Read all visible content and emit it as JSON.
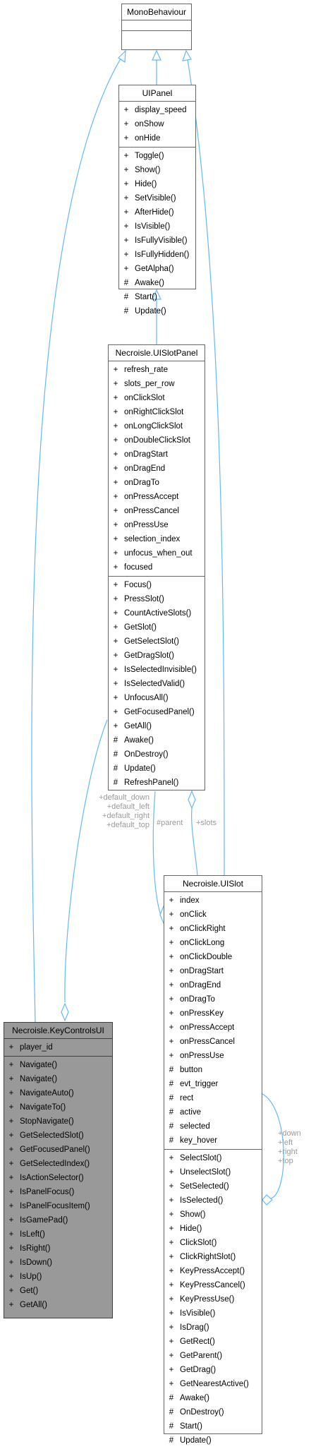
{
  "mono": {
    "title": "MonoBehaviour"
  },
  "uipanel": {
    "title": "UIPanel",
    "attributes": [
      {
        "vis": "+",
        "name": "display_speed"
      },
      {
        "vis": "+",
        "name": "onShow"
      },
      {
        "vis": "+",
        "name": "onHide"
      }
    ],
    "methods": [
      {
        "vis": "+",
        "name": "Toggle()"
      },
      {
        "vis": "+",
        "name": "Show()"
      },
      {
        "vis": "+",
        "name": "Hide()"
      },
      {
        "vis": "+",
        "name": "SetVisible()"
      },
      {
        "vis": "+",
        "name": "AfterHide()"
      },
      {
        "vis": "+",
        "name": "IsVisible()"
      },
      {
        "vis": "+",
        "name": "IsFullyVisible()"
      },
      {
        "vis": "+",
        "name": "IsFullyHidden()"
      },
      {
        "vis": "+",
        "name": "GetAlpha()"
      },
      {
        "vis": "#",
        "name": "Awake()"
      },
      {
        "vis": "#",
        "name": "Start()"
      },
      {
        "vis": "#",
        "name": "Update()"
      }
    ]
  },
  "slotpanel": {
    "title": "Necroisle.UISlotPanel",
    "attributes": [
      {
        "vis": "+",
        "name": "refresh_rate"
      },
      {
        "vis": "+",
        "name": "slots_per_row"
      },
      {
        "vis": "+",
        "name": "onClickSlot"
      },
      {
        "vis": "+",
        "name": "onRightClickSlot"
      },
      {
        "vis": "+",
        "name": "onLongClickSlot"
      },
      {
        "vis": "+",
        "name": "onDoubleClickSlot"
      },
      {
        "vis": "+",
        "name": "onDragStart"
      },
      {
        "vis": "+",
        "name": "onDragEnd"
      },
      {
        "vis": "+",
        "name": "onDragTo"
      },
      {
        "vis": "+",
        "name": "onPressAccept"
      },
      {
        "vis": "+",
        "name": "onPressCancel"
      },
      {
        "vis": "+",
        "name": "onPressUse"
      },
      {
        "vis": "+",
        "name": "selection_index"
      },
      {
        "vis": "+",
        "name": "unfocus_when_out"
      },
      {
        "vis": "+",
        "name": "focused"
      }
    ],
    "methods": [
      {
        "vis": "+",
        "name": "Focus()"
      },
      {
        "vis": "+",
        "name": "PressSlot()"
      },
      {
        "vis": "+",
        "name": "CountActiveSlots()"
      },
      {
        "vis": "+",
        "name": "GetSlot()"
      },
      {
        "vis": "+",
        "name": "GetSelectSlot()"
      },
      {
        "vis": "+",
        "name": "GetDragSlot()"
      },
      {
        "vis": "+",
        "name": "IsSelectedInvisible()"
      },
      {
        "vis": "+",
        "name": "IsSelectedValid()"
      },
      {
        "vis": "+",
        "name": "UnfocusAll()"
      },
      {
        "vis": "+",
        "name": "GetFocusedPanel()"
      },
      {
        "vis": "+",
        "name": "GetAll()"
      },
      {
        "vis": "#",
        "name": "Awake()"
      },
      {
        "vis": "#",
        "name": "OnDestroy()"
      },
      {
        "vis": "#",
        "name": "Update()"
      },
      {
        "vis": "#",
        "name": "RefreshPanel()"
      }
    ]
  },
  "keycontrols": {
    "title": "Necroisle.KeyControlsUI",
    "attributes": [
      {
        "vis": "+",
        "name": "player_id"
      }
    ],
    "methods": [
      {
        "vis": "+",
        "name": "Navigate()"
      },
      {
        "vis": "+",
        "name": "Navigate()"
      },
      {
        "vis": "+",
        "name": "NavigateAuto()"
      },
      {
        "vis": "+",
        "name": "NavigateTo()"
      },
      {
        "vis": "+",
        "name": "StopNavigate()"
      },
      {
        "vis": "+",
        "name": "GetSelectedSlot()"
      },
      {
        "vis": "+",
        "name": "GetFocusedPanel()"
      },
      {
        "vis": "+",
        "name": "GetSelectedIndex()"
      },
      {
        "vis": "+",
        "name": "IsActionSelector()"
      },
      {
        "vis": "+",
        "name": "IsPanelFocus()"
      },
      {
        "vis": "+",
        "name": "IsPanelFocusItem()"
      },
      {
        "vis": "+",
        "name": "IsGamePad()"
      },
      {
        "vis": "+",
        "name": "IsLeft()"
      },
      {
        "vis": "+",
        "name": "IsRight()"
      },
      {
        "vis": "+",
        "name": "IsDown()"
      },
      {
        "vis": "+",
        "name": "IsUp()"
      },
      {
        "vis": "+",
        "name": "Get()"
      },
      {
        "vis": "+",
        "name": "GetAll()"
      }
    ]
  },
  "uislot": {
    "title": "Necroisle.UISlot",
    "attributes": [
      {
        "vis": "+",
        "name": "index"
      },
      {
        "vis": "+",
        "name": "onClick"
      },
      {
        "vis": "+",
        "name": "onClickRight"
      },
      {
        "vis": "+",
        "name": "onClickLong"
      },
      {
        "vis": "+",
        "name": "onClickDouble"
      },
      {
        "vis": "+",
        "name": "onDragStart"
      },
      {
        "vis": "+",
        "name": "onDragEnd"
      },
      {
        "vis": "+",
        "name": "onDragTo"
      },
      {
        "vis": "+",
        "name": "onPressKey"
      },
      {
        "vis": "+",
        "name": "onPressAccept"
      },
      {
        "vis": "+",
        "name": "onPressCancel"
      },
      {
        "vis": "+",
        "name": "onPressUse"
      },
      {
        "vis": "#",
        "name": "button"
      },
      {
        "vis": "#",
        "name": "evt_trigger"
      },
      {
        "vis": "#",
        "name": "rect"
      },
      {
        "vis": "#",
        "name": "active"
      },
      {
        "vis": "#",
        "name": "selected"
      },
      {
        "vis": "#",
        "name": "key_hover"
      }
    ],
    "methods": [
      {
        "vis": "+",
        "name": "SelectSlot()"
      },
      {
        "vis": "+",
        "name": "UnselectSlot()"
      },
      {
        "vis": "+",
        "name": "SetSelected()"
      },
      {
        "vis": "+",
        "name": "IsSelected()"
      },
      {
        "vis": "+",
        "name": "Show()"
      },
      {
        "vis": "+",
        "name": "Hide()"
      },
      {
        "vis": "+",
        "name": "ClickSlot()"
      },
      {
        "vis": "+",
        "name": "ClickRightSlot()"
      },
      {
        "vis": "+",
        "name": "KeyPressAccept()"
      },
      {
        "vis": "+",
        "name": "KeyPressCancel()"
      },
      {
        "vis": "+",
        "name": "KeyPressUse()"
      },
      {
        "vis": "+",
        "name": "IsVisible()"
      },
      {
        "vis": "+",
        "name": "IsDrag()"
      },
      {
        "vis": "+",
        "name": "GetRect()"
      },
      {
        "vis": "+",
        "name": "GetParent()"
      },
      {
        "vis": "+",
        "name": "GetDrag()"
      },
      {
        "vis": "+",
        "name": "GetNearestActive()"
      },
      {
        "vis": "#",
        "name": "Awake()"
      },
      {
        "vis": "#",
        "name": "OnDestroy()"
      },
      {
        "vis": "#",
        "name": "Start()"
      },
      {
        "vis": "#",
        "name": "Update()"
      }
    ]
  },
  "labels": {
    "keycontrols_to_slotpanel": [
      "+default_down",
      "+default_left",
      "+default_right",
      "+default_top"
    ],
    "slotpanel_to_uislot_parent": "#parent",
    "uislot_to_slotpanel_slots": "+slots",
    "uislot_self": [
      "+down",
      "+left",
      "+right",
      "+top"
    ]
  },
  "colors": {
    "edge": "#63b8ff",
    "label": "#9a9a9a",
    "highlight_fill": "#999999"
  }
}
